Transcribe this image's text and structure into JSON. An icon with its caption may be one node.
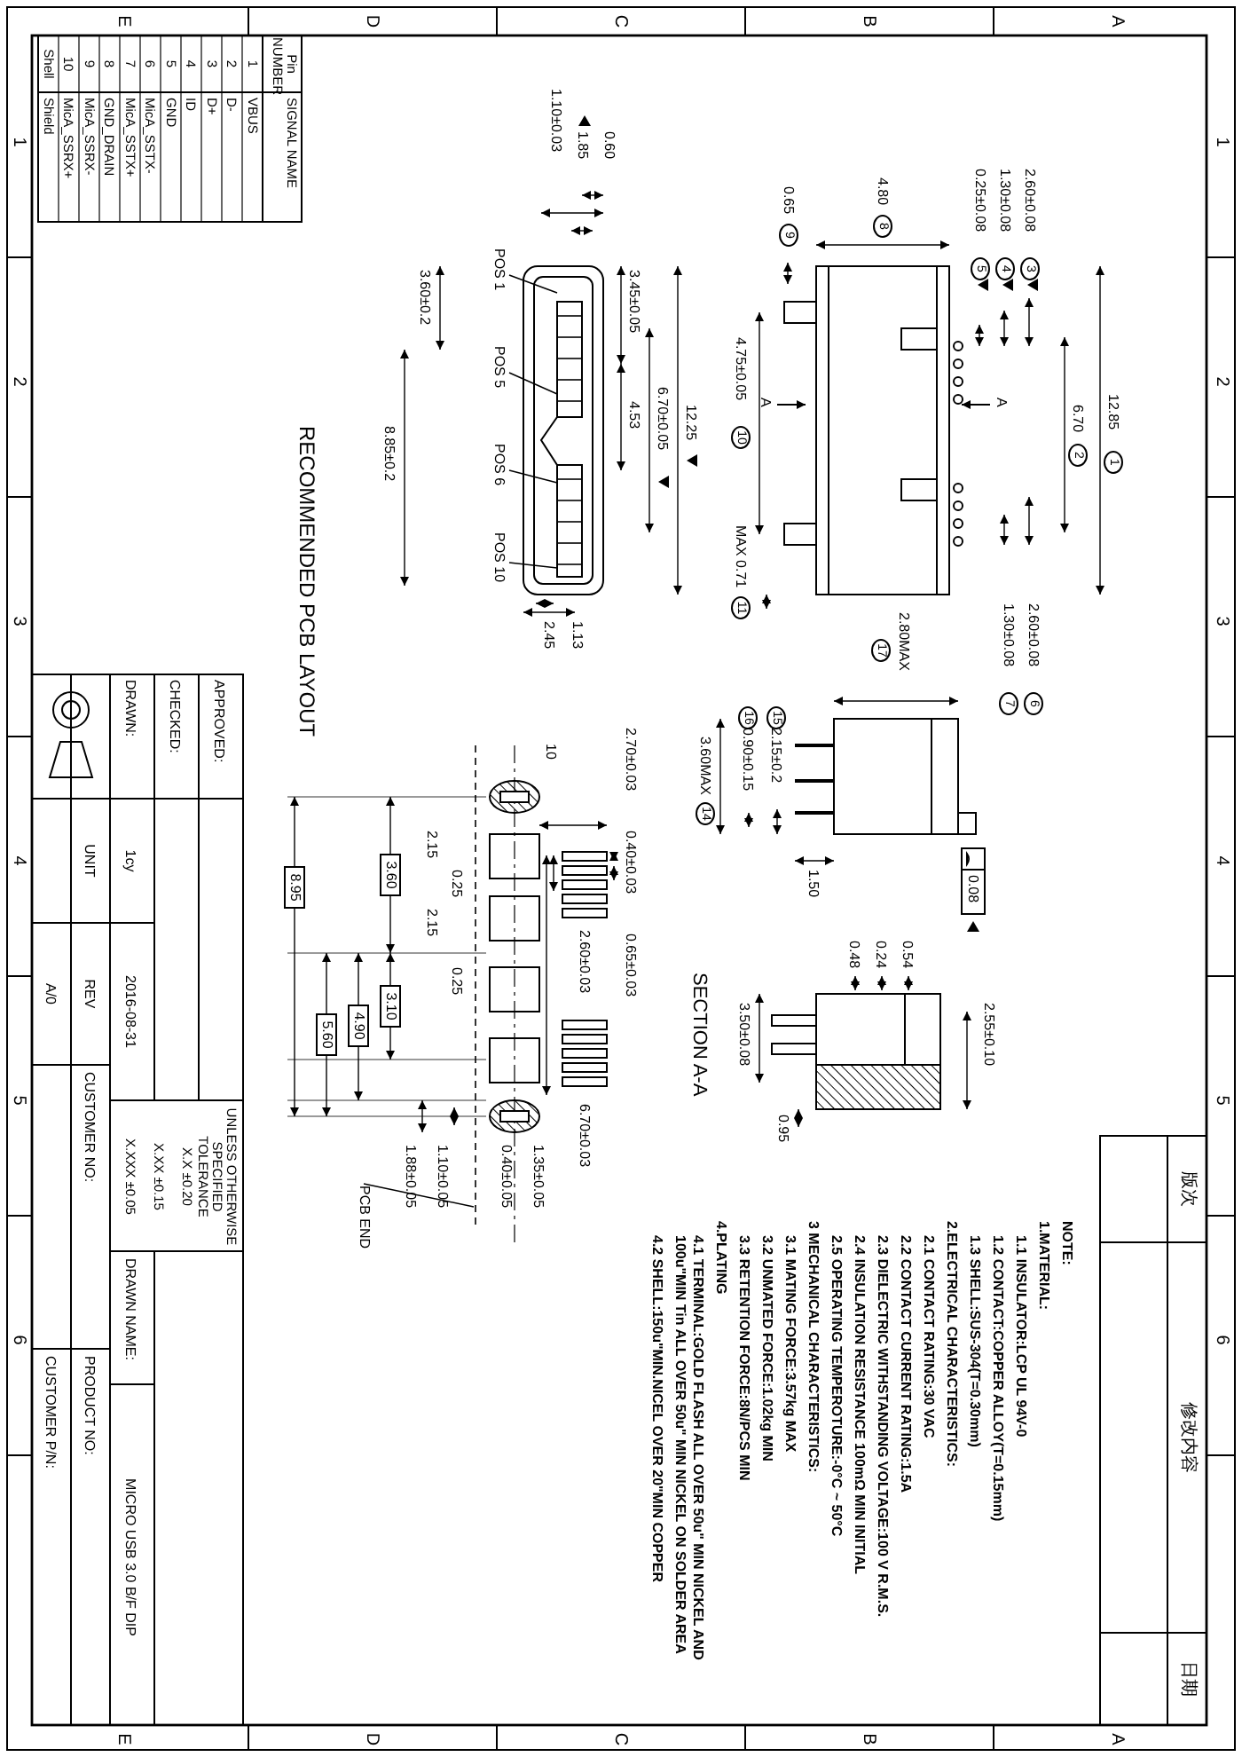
{
  "diagram": {
    "nodes": [
      {
        "text": [
          "POS 1"
        ]
      },
      {
        "text": [
          "POS 5"
        ]
      },
      {
        "text": [
          "POS 6"
        ]
      },
      {
        "text": [
          "POS 10"
        ]
      },
      {
        "text": [
          "PCB END"
        ]
      }
    ],
    "edges": [
      {
        "from": 0,
        "to": null,
        "arrow": "none"
      },
      {
        "from": 1,
        "to": null,
        "arrow": "none"
      },
      {
        "from": 2,
        "to": null,
        "arrow": "none"
      },
      {
        "from": 3,
        "to": null,
        "arrow": "none"
      },
      {
        "from": 4,
        "to": null,
        "arrow": "none"
      }
    ],
    "labels": [
      "A",
      "B",
      "C",
      "D",
      "E",
      "A",
      "B",
      "C",
      "D",
      "E",
      "1",
      "2",
      "3",
      "4",
      "5",
      "6",
      "1",
      "2",
      "3",
      "4",
      "5",
      "6",
      "版次",
      "修改内容",
      "日期",
      "12.85",
      "1",
      "6.70",
      "2",
      "2.60±0.08",
      "3",
      "1.30±0.08",
      "4",
      "0.25±0.08",
      "5",
      "2.60±0.08",
      "6",
      "1.30±0.08",
      "7",
      "4.80",
      "8",
      "0.65",
      "9",
      "4.75±0.05",
      "10",
      "MAX 0.71",
      "11",
      "A",
      "A",
      "2.80MAX",
      "17",
      "0.08",
      "15",
      "2.15±0.2",
      "16",
      "0.90±0.15",
      "3.60MAX",
      "14",
      "1.50",
      "2.55±0.10",
      "0.54",
      "0.24",
      "0.48",
      "0.95",
      "3.50±0.08",
      "SECTION A-A",
      "0.60",
      "1.85",
      "1.10±0.03",
      "12.25",
      "6.70±0.05",
      "3.45±0.05",
      "4.53",
      "3.60±0.2",
      "8.85±0.2",
      "1.13",
      "2.45",
      "RECOMMENDED PCB LAYOUT",
      "10",
      "2.70±0.03",
      "0.40±0.03",
      "0.65±0.03",
      "2.60±0.03",
      "6.70±0.03",
      "1.35±0.05",
      "0.40±0.05",
      "0.25",
      "2.15",
      "2.15",
      "0.25",
      "3.60",
      "3.10",
      "4.90",
      "5.60",
      "8.95",
      "1.10±0.05",
      "1.88±0.05",
      "NOTE:",
      "1.MATERIAL:",
      "1.1 INSULATOR:LCP UL 94V-0",
      "1.2 CONTACT:COPPER ALLOY(T=0.15mm)",
      "1.3 SHELL:SUS-304(T=0.30mm)",
      "2.ELECTRICAL CHARACTERISTICS:",
      "2.1 CONTACT RATING:30 VAC",
      "2.2 CONTACT CURRENT RATING:1.5A",
      "2.3 DIELECTRIC WITHSTANDING VOLTAGE:100 V R.M.S.",
      "2.4 INSULATION RESISTANCE 100mΩ MIN INITIAL",
      "2.5 OPERATING TEMPEROTURE:-0°C ~ 50°C",
      "3 MECHANICAL CHARACTERISTICS:",
      "3.1 MATING FORCE:3.57kg MAX",
      "3.2 UNMATED FORCE:1.02kg MIN",
      "3.3 RETENTION FORCE:8N/PCS MIN",
      "4.PLATING",
      "4.1 TERMINAL:GOLD FLASH ALL OVER 50u\" MIN NICKEL AND 100u\"MIN Tin ALL OVER 50u\" MIN NICKEL ON SOLDER AREA",
      "4.2 SHELL:150u\"MIN.NICEL OVER 20\"MIN COPPER",
      "Pin NUMBER",
      "SIGNAL NAME",
      "1",
      "VBUS",
      "2",
      "D-",
      "3",
      "D+",
      "4",
      "ID",
      "5",
      "GND",
      "6",
      "MicA_SSTX-",
      "7",
      "MicA_SSTX+",
      "8",
      "GND_DRAIN",
      "9",
      "MicA_SSRX-",
      "10",
      "MicA_SSRX+",
      "Shell",
      "Shield",
      "APPROVED:",
      "CHECKED:",
      "DRAWN:",
      "1cy",
      "2016-08-31",
      "UNLESS OTHERWISE SPECIFIED TOLERANCE",
      "X.X ±0.20",
      "X.XX ±0.15",
      "X.XXX ±0.05",
      "DRAWN NAME:",
      "MICRO USB 3.0 B/F DIP",
      "UNIT",
      "REV",
      "A/0",
      "CUSTOMER NO:",
      "PRODUCT NO:",
      "CUSTOMER P/N:"
    ]
  }
}
